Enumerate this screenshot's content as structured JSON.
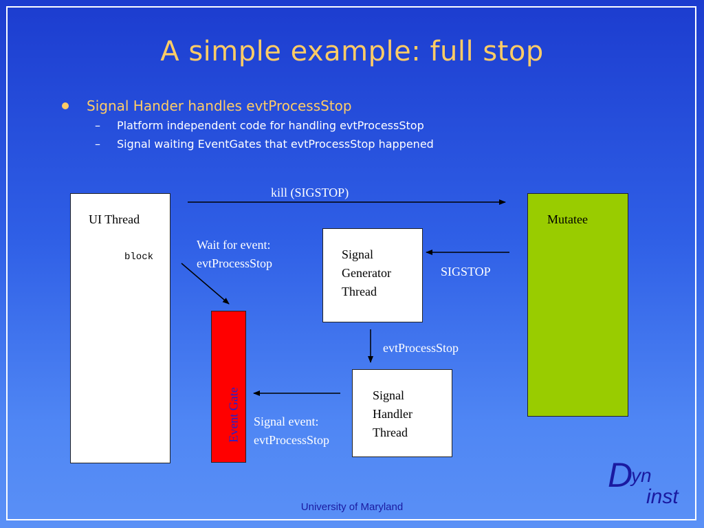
{
  "slide": {
    "title": "A simple example: full stop",
    "bullet": "Signal Hander handles evtProcessStop",
    "sub_bullets": [
      "Platform independent code for handling evtProcessStop",
      "Signal waiting EventGates that evtProcessStop happened"
    ]
  },
  "diagram": {
    "ui_thread": {
      "label": "UI Thread",
      "block_label": "block"
    },
    "mutatee": {
      "label": "Mutatee"
    },
    "signal_generator": {
      "line1": "Signal",
      "line2": "Generator",
      "line3": "Thread"
    },
    "signal_handler": {
      "line1": "Signal",
      "line2": "Handler",
      "line3": "Thread"
    },
    "event_gate": {
      "label": "Event Gate"
    },
    "kill_label": "kill (SIGSTOP)",
    "wait_label_1": "Wait for event:",
    "wait_label_2": "evtProcessStop",
    "sigstop_label": "SIGSTOP",
    "evt_label": "evtProcessStop",
    "signal_event_1": "Signal event:",
    "signal_event_2": "evtProcessStop"
  },
  "footer": {
    "university": "University of Maryland"
  },
  "logo": {
    "d": "D",
    "yn": "yn",
    "inst": "inst"
  },
  "colors": {
    "title": "#ffcc66",
    "mutatee_fill": "#99cc00",
    "event_gate_fill": "#ff0000",
    "event_gate_text": "#2020d0",
    "logo_text": "#1a1aa0"
  }
}
